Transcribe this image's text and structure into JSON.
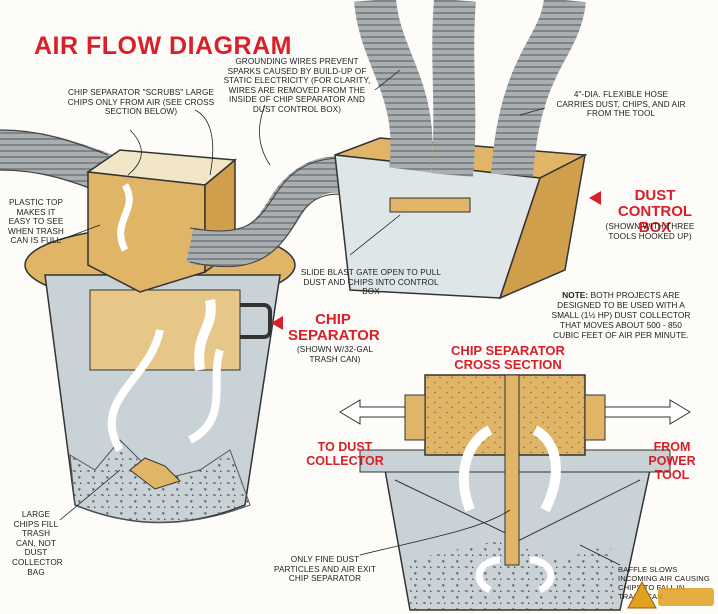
{
  "title": "AIR FLOW DIAGRAM",
  "labels": {
    "chip_scrubs": "CHIP SEPARATOR \"SCRUBS\" LARGE CHIPS ONLY FROM AIR (SEE CROSS SECTION BELOW)",
    "grounding": "GROUNDING WIRES PREVENT SPARKS CAUSED BY BUILD-UP OF STATIC ELECTRICITY (FOR CLARITY, WIRES ARE REMOVED FROM THE INSIDE OF CHIP SEPARATOR AND DUST CONTROL BOX)",
    "hose": "4\"-DIA. FLEXIBLE HOSE CARRIES DUST, CHIPS, AND AIR FROM THE TOOL",
    "plastic_top": "PLASTIC TOP MAKES IT EASY TO SEE WHEN TRASH CAN IS FULL",
    "blast_gate": "SLIDE BLAST GATE OPEN TO PULL DUST AND CHIPS INTO CONTROL BOX",
    "dust_control_title": "DUST CONTROL BOX",
    "dust_control_sub": "(SHOWN WITH THREE TOOLS HOOKED UP)",
    "note_head": "NOTE:",
    "note_body": "BOTH PROJECTS ARE DESIGNED TO BE USED WITH A SMALL (1½ HP) DUST COLLECTOR THAT MOVES ABOUT 500 - 850 CUBIC FEET OF AIR PER MINUTE.",
    "chip_sep_title": "CHIP SEPARATOR",
    "chip_sep_sub": "(SHOWN W/32-GAL TRASH CAN)",
    "cross_section": "CHIP SEPARATOR CROSS SECTION",
    "to_dust": "TO DUST COLLECTOR",
    "from_power": "FROM POWER TOOL",
    "large_chips": "LARGE CHIPS FILL TRASH CAN, NOT DUST COLLECTOR BAG",
    "only_fine": "ONLY FINE DUST PARTICLES AND AIR EXIT CHIP SEPARATOR",
    "baffle": "BAFFLE SLOWS INCOMING AIR CAUSING CHIPS TO FALL IN TRASH CAN"
  },
  "colors": {
    "accent_red": "#d8202a",
    "wood": "#e0b567",
    "can": "#c9d2d6",
    "hose": "#9ea3a6"
  },
  "icons": {
    "arrow_left": "arrow-left-icon",
    "watermark": "site-watermark-icon"
  }
}
